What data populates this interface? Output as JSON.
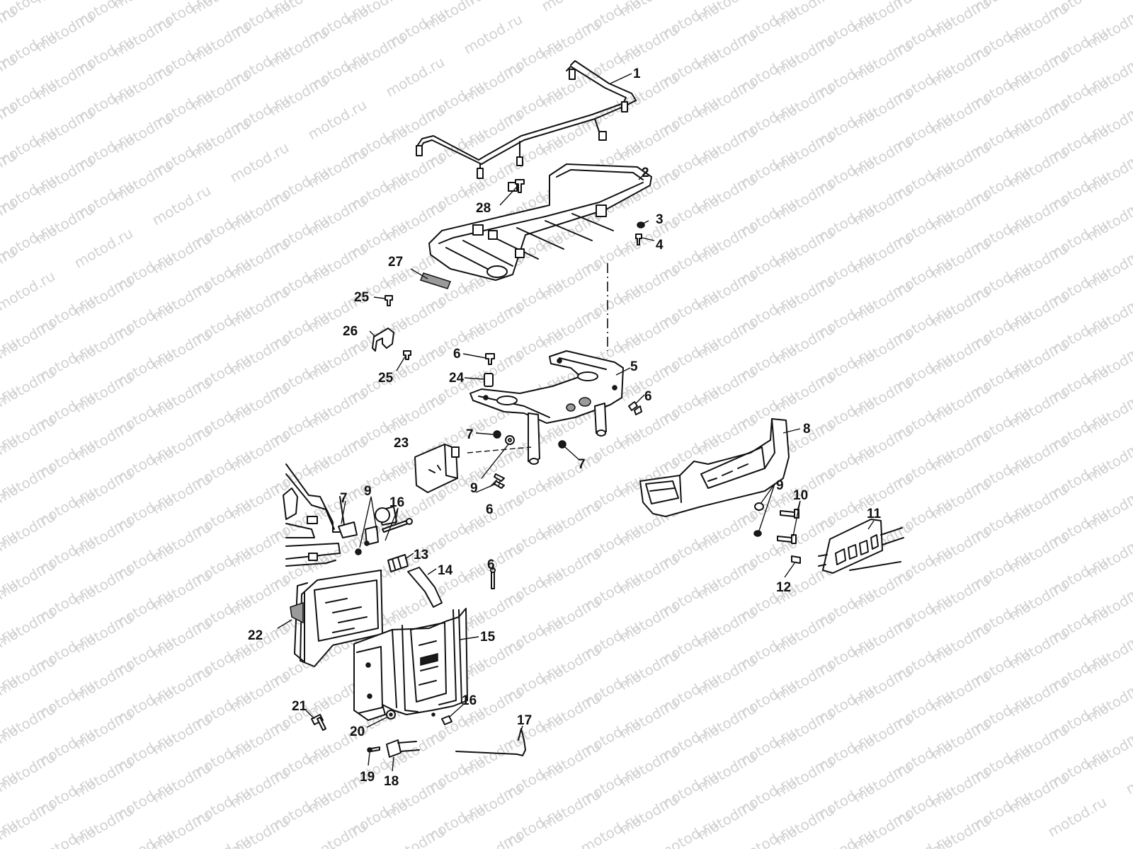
{
  "watermark": {
    "text": "motod.ru"
  },
  "callouts": [
    {
      "id": "c1",
      "label": "1"
    },
    {
      "id": "c2",
      "label": "2"
    },
    {
      "id": "c3",
      "label": "3"
    },
    {
      "id": "c4",
      "label": "4"
    },
    {
      "id": "c5",
      "label": "5"
    },
    {
      "id": "c6a",
      "label": "6"
    },
    {
      "id": "c6b",
      "label": "6"
    },
    {
      "id": "c6c",
      "label": "6"
    },
    {
      "id": "c6d",
      "label": "6"
    },
    {
      "id": "c7a",
      "label": "7"
    },
    {
      "id": "c7b",
      "label": "7"
    },
    {
      "id": "c7c",
      "label": "7"
    },
    {
      "id": "c8",
      "label": "8"
    },
    {
      "id": "c9a",
      "label": "9"
    },
    {
      "id": "c9b",
      "label": "9"
    },
    {
      "id": "c9c",
      "label": "9"
    },
    {
      "id": "c10",
      "label": "10"
    },
    {
      "id": "c11",
      "label": "11"
    },
    {
      "id": "c12",
      "label": "12"
    },
    {
      "id": "c13",
      "label": "13"
    },
    {
      "id": "c14",
      "label": "14"
    },
    {
      "id": "c15",
      "label": "15"
    },
    {
      "id": "c16a",
      "label": "16"
    },
    {
      "id": "c16b",
      "label": "16"
    },
    {
      "id": "c17",
      "label": "17"
    },
    {
      "id": "c18",
      "label": "18"
    },
    {
      "id": "c19",
      "label": "19"
    },
    {
      "id": "c20",
      "label": "20"
    },
    {
      "id": "c21",
      "label": "21"
    },
    {
      "id": "c22",
      "label": "22"
    },
    {
      "id": "c23",
      "label": "23"
    },
    {
      "id": "c24",
      "label": "24"
    },
    {
      "id": "c25a",
      "label": "25"
    },
    {
      "id": "c25b",
      "label": "25"
    },
    {
      "id": "c26",
      "label": "26"
    },
    {
      "id": "c27",
      "label": "27"
    },
    {
      "id": "c28",
      "label": "28"
    }
  ]
}
